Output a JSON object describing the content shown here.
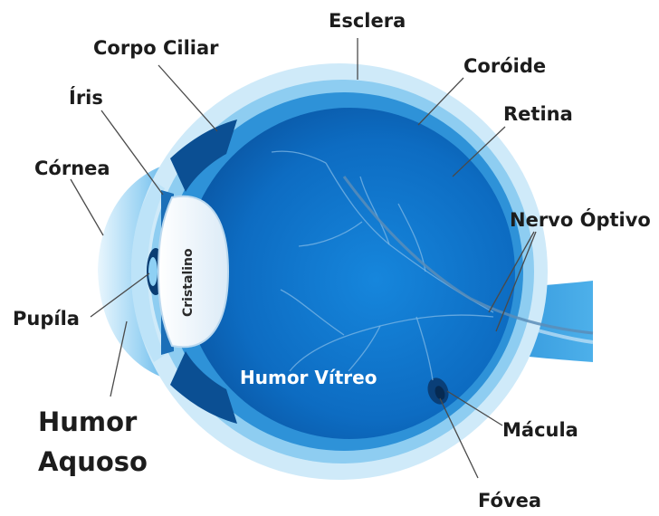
{
  "labels": {
    "esclera": "Esclera",
    "corpo_ciliar": "Corpo Ciliar",
    "coroide": "Coróide",
    "iris": "Íris",
    "retina": "Retina",
    "cornea": "Córnea",
    "nervo_optivo": "Nervo Óptivo",
    "cristalino": "Cristalino",
    "pupila": "Pupíla",
    "humor_vitreo": "Humor Vítreo",
    "humor_aquoso_1": "Humor",
    "humor_aquoso_2": "Aquoso",
    "macula": "Mácula",
    "fovea": "Fóvea"
  },
  "colors": {
    "sclera": "#cfeaf9",
    "choroid": "#8ecdf1",
    "retina": "#2e92d8",
    "vitreous": "#0e6fc6",
    "lens": "#f2f8fd",
    "nerve": "#3ea3e3"
  }
}
